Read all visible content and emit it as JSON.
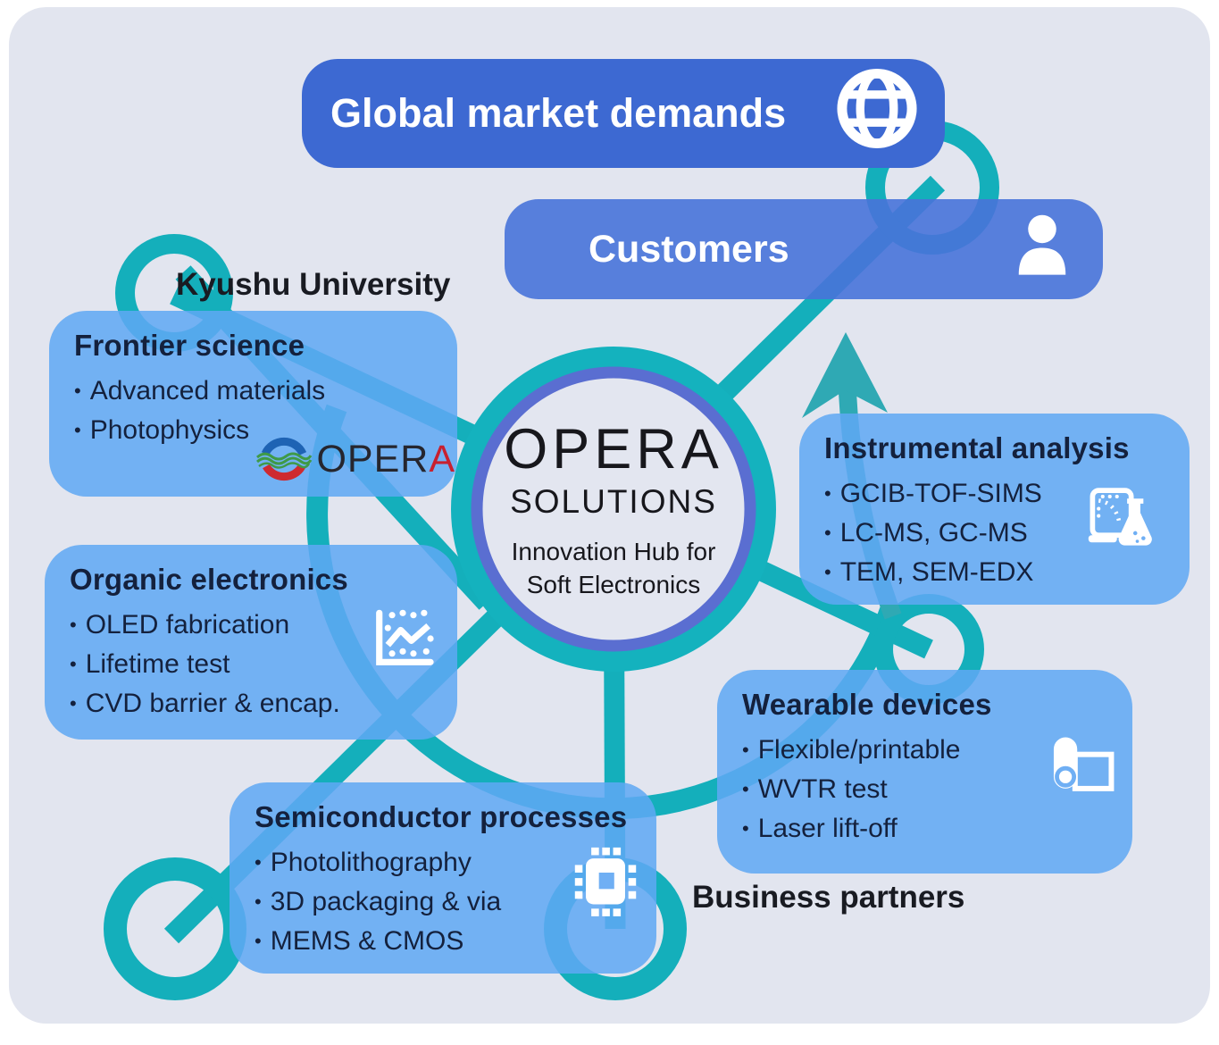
{
  "hub": {
    "line1": "OPERA",
    "line2": "SOLUTIONS",
    "line3": "Innovation Hub for",
    "line4": "Soft Electronics"
  },
  "banners": {
    "global": {
      "label": "Global market demands",
      "icon": "globe-icon"
    },
    "customers": {
      "label": "Customers",
      "icon": "person-icon"
    }
  },
  "labels": {
    "university": "Kyushu University",
    "partners": "Business partners"
  },
  "boxes": {
    "frontier": {
      "title": "Frontier science",
      "bullets": [
        "Advanced materials",
        "Photophysics"
      ]
    },
    "instrumental": {
      "title": "Instrumental analysis",
      "bullets": [
        "GCIB-TOF-SIMS",
        "LC-MS, GC-MS",
        "TEM, SEM-EDX"
      ],
      "icon": "flask-analysis-icon"
    },
    "organic": {
      "title": "Organic electronics",
      "bullets": [
        "OLED fabrication",
        "Lifetime test",
        "CVD barrier & encap."
      ],
      "icon": "line-chart-icon"
    },
    "wearable": {
      "title": "Wearable devices",
      "bullets": [
        "Flexible/printable",
        "WVTR test",
        "Laser lift-off"
      ],
      "icon": "film-roll-icon"
    },
    "semiconductor": {
      "title": "Semiconductor processes",
      "bullets": [
        "Photolithography",
        "3D packaging & via",
        "MEMS & CMOS"
      ],
      "icon": "chip-icon"
    }
  },
  "logo": {
    "text_main": "OPER",
    "text_accent": "A"
  },
  "colors": {
    "background_panel": "#E2E5EF",
    "teal_connector": "#14AFBB",
    "dark_blue_banner": "#3D69D2",
    "mid_blue_banner": "#5A80DC",
    "light_blue_box": "#6FAFF4",
    "navy_text": "#14213D",
    "hub_inner_ring": "#5A6ED1",
    "logo_blue": "#1E63B4",
    "logo_red": "#CE2A30",
    "logo_green": "#3F9A47"
  }
}
